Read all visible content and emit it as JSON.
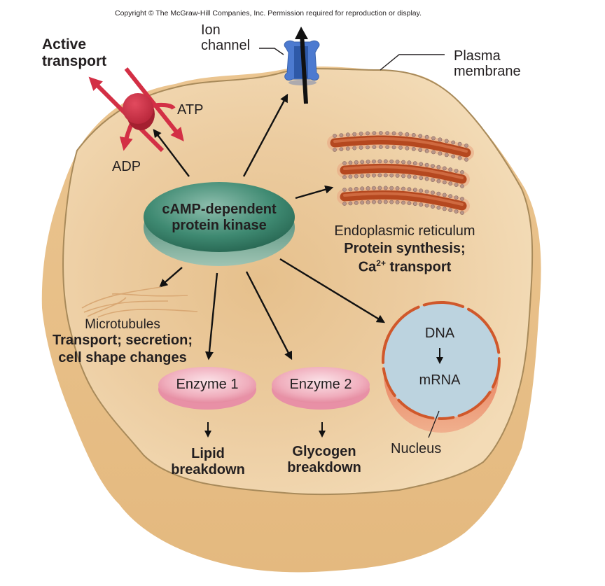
{
  "copyright": "Copyright © The McGraw-Hill Companies, Inc. Permission required for reproduction or display.",
  "colors": {
    "cytoplasm": "#f1d6ae",
    "cell_outer": "#e8c08a",
    "membrane_line": "#a88a5a",
    "pump_red": "#d32f45",
    "ion_channel_blue": "#3f6fc4",
    "kinase_green": "#2f7a62",
    "er_brown": "#b5481f",
    "enzyme_pink": "#ec9cae",
    "nucleus_blue": "#bcd3df",
    "nuclear_envelope": "#d0582b"
  },
  "labels": {
    "active_transport": [
      "Active",
      "transport"
    ],
    "atp": "ATP",
    "adp": "ADP",
    "ion_channel": [
      "Ion",
      "channel"
    ],
    "plasma_membrane": [
      "Plasma",
      "membrane"
    ],
    "kinase": [
      "cAMP-dependent",
      "protein kinase"
    ],
    "er_name": "Endoplasmic reticulum",
    "er_function_1": "Protein synthesis;",
    "er_function_2_prefix": "Ca",
    "er_function_2_sup": "2+",
    "er_function_2_suffix": " transport",
    "microtubules_name": "Microtubules",
    "microtubules_function_1": "Transport; secretion;",
    "microtubules_function_2": "cell shape changes",
    "enzyme1": "Enzyme 1",
    "enzyme2": "Enzyme 2",
    "lipid": [
      "Lipid",
      "breakdown"
    ],
    "glycogen": [
      "Glycogen",
      "breakdown"
    ],
    "dna": "DNA",
    "mrna": "mRNA",
    "nucleus": "Nucleus"
  }
}
